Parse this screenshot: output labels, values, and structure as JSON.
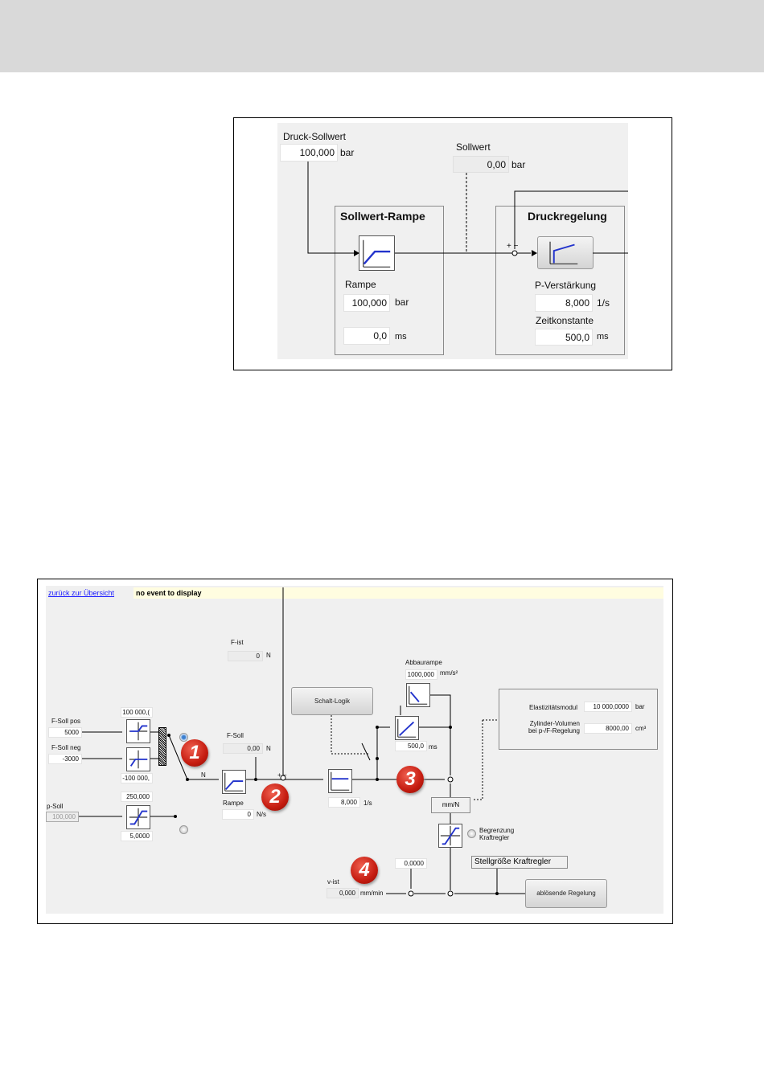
{
  "top_diagram": {
    "druck_sollwert": {
      "label": "Druck-Sollwert",
      "value": "100,000",
      "unit": "bar"
    },
    "sollwert": {
      "label": "Sollwert",
      "value": "0,00",
      "unit": "bar"
    },
    "sollwert_rampe": {
      "title": "Sollwert-Rampe",
      "rampe_label": "Rampe",
      "rampe_value": "100,000",
      "rampe_unit": "bar",
      "time_value": "0,0",
      "time_unit": "ms"
    },
    "druckregelung": {
      "title": "Druckregelung",
      "sum_signs": "+ −",
      "p_label": "P-Verstärkung",
      "p_value": "8,000",
      "p_unit": "1/s",
      "t_label": "Zeitkonstante",
      "t_value": "500,0",
      "t_unit": "ms"
    }
  },
  "bottom_diagram": {
    "back_link": "zurück zur Übersicht",
    "event_text": "no event to display",
    "f_ist": {
      "label": "F-ist",
      "value": "0",
      "unit": "N"
    },
    "f_soll_pos": {
      "label": "F-Soll pos",
      "value": "5000"
    },
    "f_soll_neg": {
      "label": "F-Soll neg",
      "value": "-3000"
    },
    "limit_max": "100 000,(",
    "limit_min": "-100 000,",
    "p_soll": {
      "label": "p-Soll",
      "value": "100,000",
      "max": "250,000",
      "min": "5,0000"
    },
    "unit_n": "N",
    "f_soll": {
      "label": "F-Soll",
      "value": "0,00",
      "unit": "N"
    },
    "rampe": {
      "label": "Rampe",
      "value": "0",
      "unit": "N/s"
    },
    "sum_signs": "+ −",
    "schalt_logik": "Schalt-Logik",
    "p_gain": {
      "value": "8,000",
      "unit": "1/s"
    },
    "abbaurampe": {
      "label": "Abbaurampe",
      "value": "1000,000",
      "unit": "mm/s²"
    },
    "time_const": {
      "value": "500,0",
      "unit": "ms"
    },
    "params": {
      "elast_label": "Elastizitätsmodul",
      "elast_value": "10 000,0000",
      "elast_unit": "bar",
      "vol_label1": "Zylinder-Volumen",
      "vol_label2": "bei p-/F-Regelung",
      "vol_value": "8000,00",
      "vol_unit": "cm³"
    },
    "mm_per_n": "mm/N",
    "begrenzung": {
      "line1": "Begrenzung",
      "line2": "Kraftregler"
    },
    "offset_value": "0,0000",
    "stellgroesse": "Stellgröße Kraftregler",
    "v_ist": {
      "label": "v-ist",
      "value": "0,000",
      "unit": "mm/min"
    },
    "abloesende": "ablösende Regelung",
    "badges": [
      "1",
      "2",
      "3",
      "4"
    ]
  }
}
